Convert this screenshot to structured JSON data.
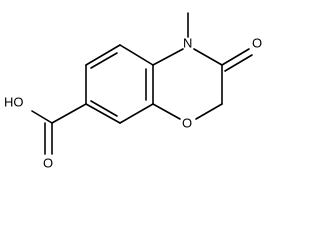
{
  "structure": {
    "atoms": {
      "n_methyl": "N",
      "carbonyl_o": "O",
      "ring_o": "O",
      "acid_carbonyl_o": "O",
      "acid_hydroxyl": "HO"
    }
  },
  "colors": {
    "bond": "#000000",
    "label": "#000000",
    "background": "#ffffff"
  }
}
